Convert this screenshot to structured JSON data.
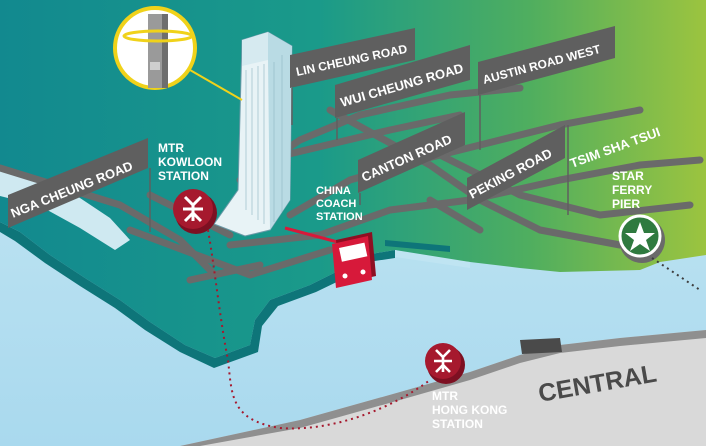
{
  "roads": [
    {
      "id": "lin-cheung",
      "label": "LIN CHEUNG ROAD"
    },
    {
      "id": "wui-cheung",
      "label": "WUI CHEUNG ROAD"
    },
    {
      "id": "austin-west",
      "label": "AUSTIN ROAD WEST"
    },
    {
      "id": "canton",
      "label": "CANTON ROAD"
    },
    {
      "id": "peking",
      "label": "PEKING ROAD"
    },
    {
      "id": "nga-cheung",
      "label": "NGA CHEUNG ROAD"
    }
  ],
  "places": {
    "mtr_kowloon": [
      "MTR",
      "KOWLOON",
      "STATION"
    ],
    "china_coach": [
      "CHINA",
      "COACH",
      "STATION"
    ],
    "star_ferry": [
      "STAR",
      "FERRY",
      "PIER"
    ],
    "mtr_hong_kong": [
      "MTR",
      "HONG KONG",
      "STATION"
    ],
    "tsim_sha_tsui": "TSIM SHA TSUI",
    "central": "CENTRAL"
  },
  "icons": [
    "mtr-logo-icon",
    "bus-icon",
    "star-icon",
    "tower-inset-icon"
  ],
  "colors": {
    "land_teal": "#17938f",
    "land_green": "#8fc043",
    "harbour": "#bfe4f2",
    "road": "#6a6a6a",
    "sign": "#5f5f5f",
    "mtr_red": "#a6192e",
    "bus_red": "#d7193a",
    "route_dotted": "#a6192e",
    "ferry_green": "#2f7a3f",
    "inset_ring": "#f0d21a"
  }
}
